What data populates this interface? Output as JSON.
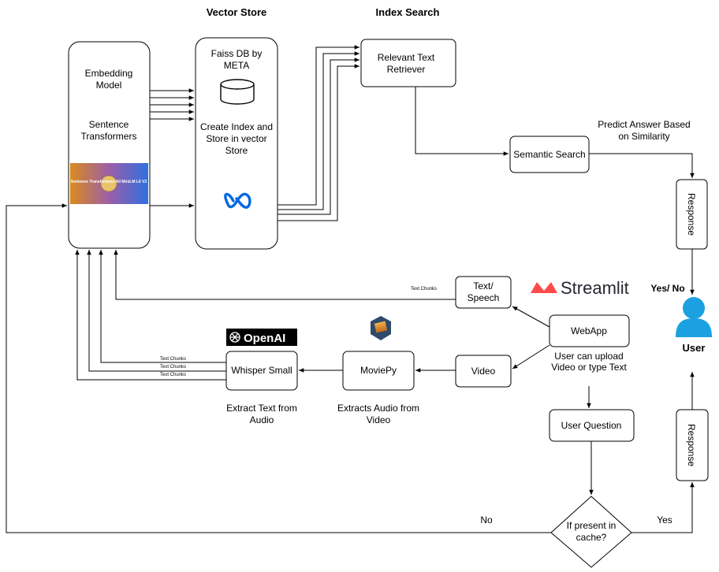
{
  "headers": {
    "vector_store": "Vector Store",
    "index_search": "Index Search"
  },
  "nodes": {
    "embedding_model": [
      "Embedding",
      "Model"
    ],
    "sentence_transformers": [
      "Sentence",
      "Transformers"
    ],
    "sentence_transformers_banner": "Sentence Transformers All MiniLM L6 V2",
    "faiss_db": [
      "Faiss DB by",
      "META"
    ],
    "create_index": [
      "Create Index and",
      "Store in vector",
      "Store"
    ],
    "relevant_text_retriever": [
      "Relevant Text",
      "Retriever"
    ],
    "semantic_search": "Semantic Search",
    "response_top": "Response",
    "response_bottom": "Response",
    "text_speech": [
      "Text/",
      "Speech"
    ],
    "webapp": "WebApp",
    "video": "Video",
    "moviepy": "MoviePy",
    "whisper_small": "Whisper Small",
    "user_question": "User Question",
    "cache_decision": [
      "If present in",
      "cache?"
    ],
    "user": "User",
    "streamlit": "Streamlit",
    "openai": "OpenAI"
  },
  "labels": {
    "predict_answer": [
      "Predict Answer Based",
      "on Similarity"
    ],
    "yes_no": "Yes/ No",
    "user_can_upload": [
      "User can upload",
      "Video or type Text"
    ],
    "extract_text": [
      "Extract Text from",
      "Audio"
    ],
    "extracts_audio": [
      "Extracts Audio from",
      "Video"
    ],
    "text_chunks": "Text Chunks",
    "text_chunks_small": [
      "Text Chunks",
      "Text Chunks",
      "Text Chunks"
    ],
    "no": "No",
    "yes": "Yes"
  },
  "colors": {
    "meta_blue": "#0668E1",
    "user_blue": "#1BA1E2",
    "streamlit_red": "#FF4B4B",
    "moviepy_badge": "#2F4A6B"
  }
}
